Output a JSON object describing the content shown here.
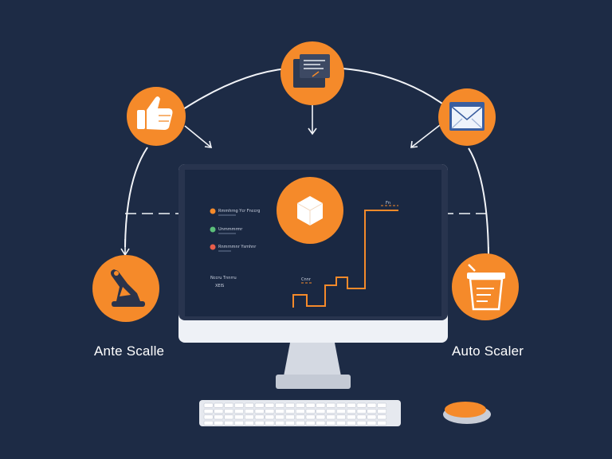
{
  "colors": {
    "background": "#1d2b45",
    "accent": "#f58a2a",
    "connector": "#f2f4f8",
    "screen": "#1a2842",
    "monitor_frame": "#28344e",
    "monitor_bezel": "#eef1f6"
  },
  "icons": {
    "top": "document-icon",
    "upper_left": "thumbs-up-icon",
    "upper_right": "email-icon",
    "lower_left": "robot-arm-icon",
    "lower_right": "bucket-icon",
    "screen_center": "cube-icon"
  },
  "labels": {
    "left": "Ante Scalle",
    "right": "Auto Scaler"
  },
  "screen": {
    "list_items": [
      {
        "text": "Rmmhrng Ycr Fnccrg"
      },
      {
        "text": "Unmmmrmr"
      },
      {
        "text": "Rnmrnmnr Ysmhnr"
      }
    ],
    "footer_title": "Nccru Tnnrru",
    "footer_sub": "XEIS",
    "graph_label_top": "Fn",
    "graph_label_low": "Cnnr"
  }
}
